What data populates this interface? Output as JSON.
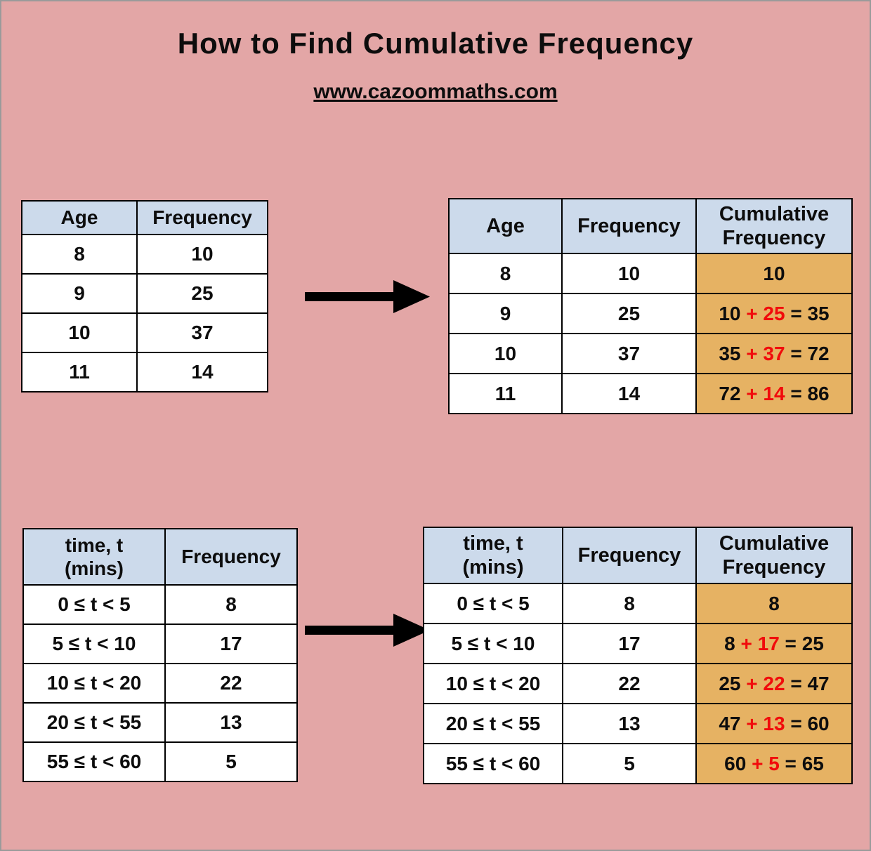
{
  "page": {
    "title": "How to Find Cumulative Frequency",
    "link": "www.cazoommaths.com"
  },
  "colors": {
    "background": "#e3a6a6",
    "header": "#ccdaeb",
    "highlight": "#e6b263",
    "red": "#f10b0b"
  },
  "ageTable": {
    "headers": [
      "Age",
      "Frequency"
    ],
    "rows": [
      [
        "8",
        "10"
      ],
      [
        "9",
        "25"
      ],
      [
        "10",
        "37"
      ],
      [
        "11",
        "14"
      ]
    ]
  },
  "ageCumTable": {
    "headers": [
      "Age",
      "Frequency",
      "Cumulative\nFrequency"
    ],
    "rows": [
      {
        "label": "8",
        "freq": "10",
        "pre": "10",
        "red": "",
        "post": ""
      },
      {
        "label": "9",
        "freq": "25",
        "pre": "10 ",
        "red": "+ 25",
        "post": " = 35"
      },
      {
        "label": "10",
        "freq": "37",
        "pre": "35 ",
        "red": "+ 37",
        "post": " = 72"
      },
      {
        "label": "11",
        "freq": "14",
        "pre": "72 ",
        "red": "+ 14",
        "post": " = 86"
      }
    ]
  },
  "timeTable": {
    "headers": [
      "time, t\n(mins)",
      "Frequency"
    ],
    "rows": [
      [
        "0 ≤ t < 5",
        "8"
      ],
      [
        "5 ≤ t < 10",
        "17"
      ],
      [
        "10 ≤ t < 20",
        "22"
      ],
      [
        "20 ≤ t < 55",
        "13"
      ],
      [
        "55 ≤ t < 60",
        "5"
      ]
    ]
  },
  "timeCumTable": {
    "headers": [
      "time, t\n(mins)",
      "Frequency",
      "Cumulative\nFrequency"
    ],
    "rows": [
      {
        "label": "0 ≤ t < 5",
        "freq": "8",
        "pre": "8",
        "red": "",
        "post": ""
      },
      {
        "label": "5 ≤ t < 10",
        "freq": "17",
        "pre": "8 ",
        "red": "+ 17",
        "post": " = 25"
      },
      {
        "label": "10 ≤ t < 20",
        "freq": "22",
        "pre": "25 ",
        "red": "+ 22",
        "post": " = 47"
      },
      {
        "label": "20 ≤ t < 55",
        "freq": "13",
        "pre": "47 ",
        "red": "+ 13",
        "post": " = 60"
      },
      {
        "label": "55 ≤ t < 60",
        "freq": "5",
        "pre": "60 ",
        "red": "+ 5",
        "post": " = 65"
      }
    ]
  }
}
